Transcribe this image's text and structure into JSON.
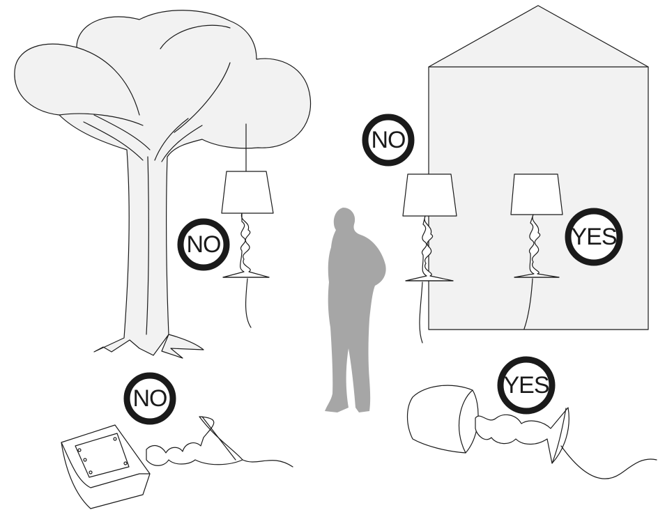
{
  "colors": {
    "fill": "#f2f2f2",
    "stroke": "#1a1a1a",
    "silhouette": "#a6a6a6",
    "badge_ring": "#1a1a1a"
  },
  "badges": {
    "tree_lamp": "NO",
    "wall_left_lamp": "NO",
    "wall_right_lamp": "YES",
    "lying_box_lamp": "NO",
    "lying_right_lamp": "YES"
  }
}
